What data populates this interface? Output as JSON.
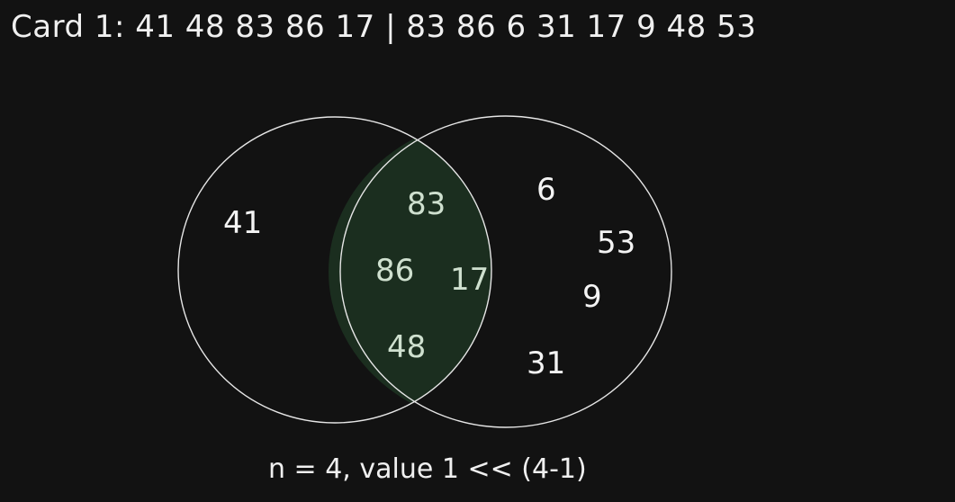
{
  "heading": "Card 1: 41 48 83 86 17 | 83 86  6 31 17  9 48 53",
  "venn": {
    "left_only": [
      "41"
    ],
    "intersection": [
      "83",
      "86",
      "17",
      "48"
    ],
    "right_only": [
      "6",
      "53",
      "9",
      "31"
    ]
  },
  "footer": "n = 4, value 1 << (4-1)",
  "colors": {
    "background": "#121212",
    "highlight": "#1b2e1f",
    "stroke": "#e6e6e6"
  }
}
